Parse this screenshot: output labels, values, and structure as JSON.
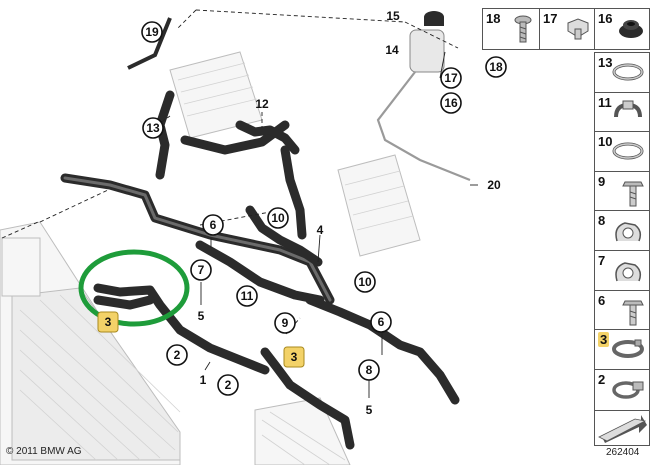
{
  "callouts": [
    {
      "id": "c19",
      "label": "19",
      "highlight": false
    },
    {
      "id": "c15",
      "label": "15",
      "highlight": false
    },
    {
      "id": "c14",
      "label": "14",
      "highlight": false
    },
    {
      "id": "c17",
      "label": "17",
      "highlight": false
    },
    {
      "id": "c16",
      "label": "16",
      "highlight": false
    },
    {
      "id": "c18",
      "label": "18",
      "highlight": false
    },
    {
      "id": "c12",
      "label": "12",
      "highlight": false
    },
    {
      "id": "c13",
      "label": "13",
      "highlight": false
    },
    {
      "id": "c20",
      "label": "20",
      "highlight": false
    },
    {
      "id": "c6a",
      "label": "6",
      "highlight": false
    },
    {
      "id": "c10a",
      "label": "10",
      "highlight": false
    },
    {
      "id": "c4",
      "label": "4",
      "highlight": false
    },
    {
      "id": "c7",
      "label": "7",
      "highlight": false
    },
    {
      "id": "c5a",
      "label": "5",
      "highlight": false
    },
    {
      "id": "c11",
      "label": "11",
      "highlight": false
    },
    {
      "id": "c10b",
      "label": "10",
      "highlight": false
    },
    {
      "id": "c9",
      "label": "9",
      "highlight": false
    },
    {
      "id": "c3a",
      "label": "3",
      "highlight": true
    },
    {
      "id": "c6b",
      "label": "6",
      "highlight": false
    },
    {
      "id": "c2a",
      "label": "2",
      "highlight": false
    },
    {
      "id": "c3b",
      "label": "3",
      "highlight": true
    },
    {
      "id": "c1",
      "label": "1",
      "highlight": false
    },
    {
      "id": "c2b",
      "label": "2",
      "highlight": false
    },
    {
      "id": "c8",
      "label": "8",
      "highlight": false
    },
    {
      "id": "c5b",
      "label": "5",
      "highlight": false
    }
  ],
  "parts_top": [
    {
      "label": "18",
      "icon": "screw-icon",
      "highlight": false
    },
    {
      "label": "17",
      "icon": "clip-icon",
      "highlight": false
    },
    {
      "label": "16",
      "icon": "grommet-icon",
      "highlight": false
    }
  ],
  "parts_side": [
    {
      "label": "13",
      "icon": "hose-clamp-icon",
      "highlight": false
    },
    {
      "label": "11",
      "icon": "hose-clip-icon",
      "highlight": false
    },
    {
      "label": "10",
      "icon": "hose-clamp-icon",
      "highlight": false
    },
    {
      "label": "9",
      "icon": "bolt-icon",
      "highlight": false
    },
    {
      "label": "8",
      "icon": "holder-icon",
      "highlight": false
    },
    {
      "label": "7",
      "icon": "holder-icon",
      "highlight": false
    },
    {
      "label": "6",
      "icon": "bolt-icon",
      "highlight": false
    },
    {
      "label": "3",
      "icon": "spring-clamp-icon",
      "highlight": true
    },
    {
      "label": "2",
      "icon": "screw-clamp-icon",
      "highlight": false
    }
  ],
  "footer": {
    "copyright": "© 2011 BMW AG",
    "diagram_number": "262404"
  },
  "colors": {
    "highlight": "#f3d268",
    "highlight_ring": "#1e9c3a",
    "hose": "#2b2b2b"
  }
}
